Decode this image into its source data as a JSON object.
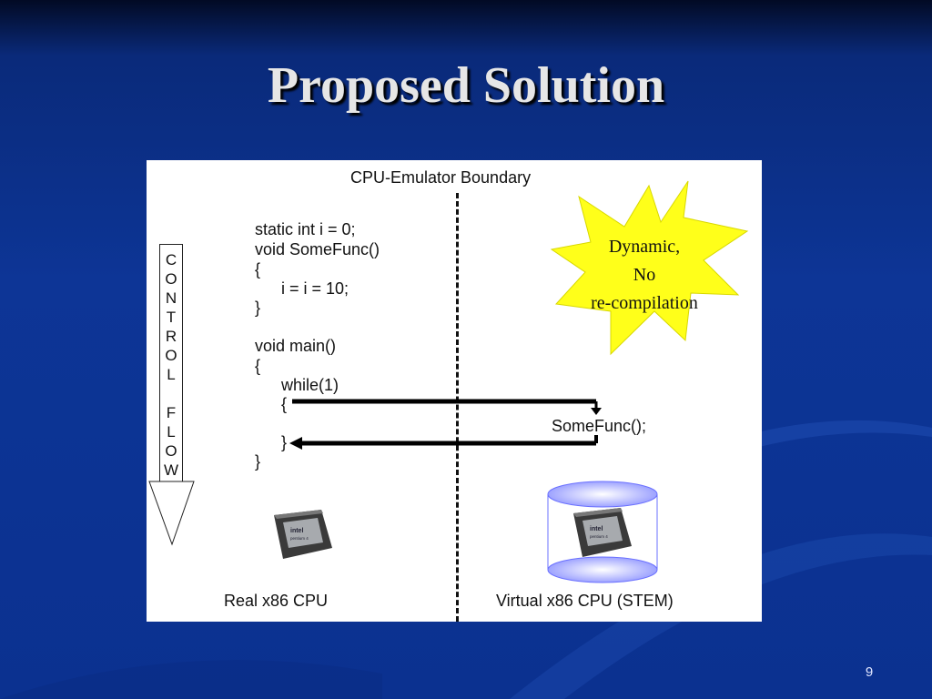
{
  "slide": {
    "title": "Proposed Solution",
    "page_number": "9"
  },
  "figure": {
    "boundary_label": "CPU-Emulator Boundary",
    "code_lines": [
      "static int i = 0;",
      "void SomeFunc()",
      "{",
      "i = i = 10;",
      "}",
      "void main()",
      "{",
      "while(1)",
      "{",
      "}",
      "}"
    ],
    "called_function": "SomeFunc();",
    "control_flow_letters": [
      "C",
      "O",
      "N",
      "T",
      "R",
      "O",
      "L",
      "F",
      "L",
      "O",
      "W"
    ],
    "starburst_lines": [
      "Dynamic,",
      "No",
      "re-compilation"
    ],
    "real_cpu_label": "Real x86 CPU",
    "virtual_cpu_label": "Virtual x86 CPU (STEM)",
    "chip_brand": "intel",
    "chip_model": "pentium 4",
    "colors": {
      "starburst_fill": "#ffff1a",
      "cylinder_fill": "#9aa0ff",
      "slide_background": "#0d3596",
      "title_color": "#e6e6e6"
    }
  }
}
